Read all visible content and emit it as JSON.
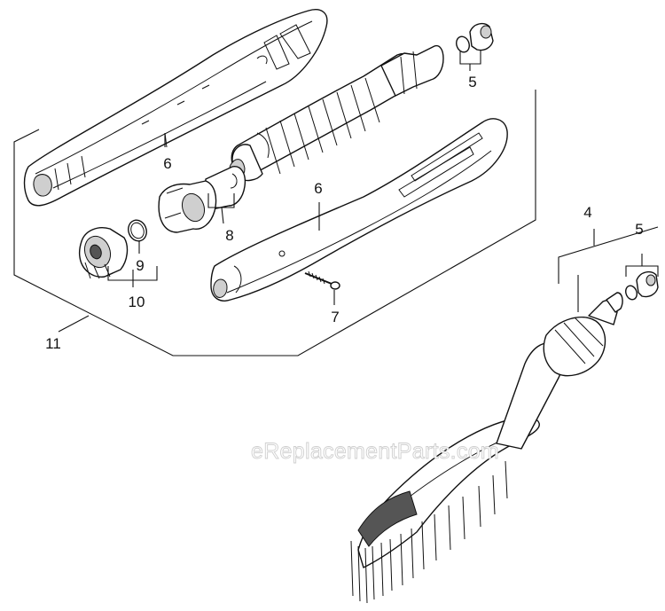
{
  "diagram": {
    "callouts": [
      {
        "id": "c5a",
        "text": "5"
      },
      {
        "id": "c6a",
        "text": "6"
      },
      {
        "id": "c6b",
        "text": "6"
      },
      {
        "id": "c8",
        "text": "8"
      },
      {
        "id": "c9",
        "text": "9"
      },
      {
        "id": "c10",
        "text": "10"
      },
      {
        "id": "c7",
        "text": "7"
      },
      {
        "id": "c11",
        "text": "11"
      },
      {
        "id": "c4",
        "text": "4"
      },
      {
        "id": "c5b",
        "text": "5"
      }
    ],
    "watermark": "eReplacementParts.com"
  }
}
